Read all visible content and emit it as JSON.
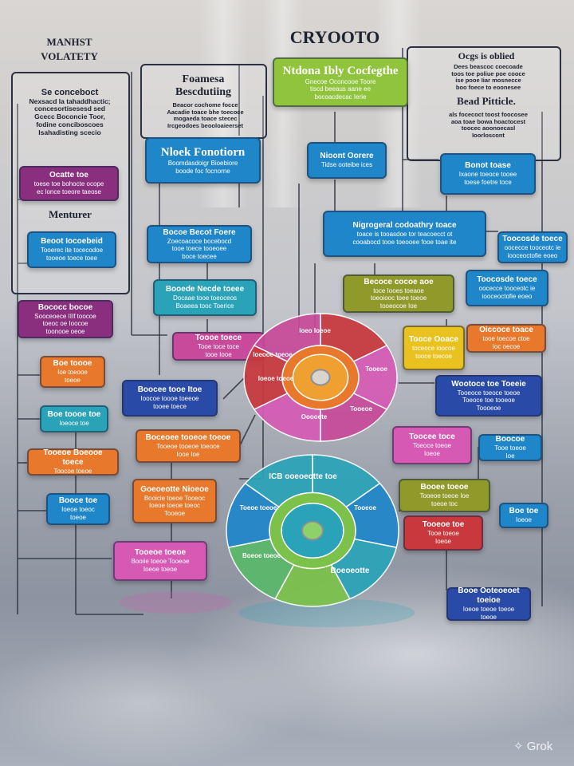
{
  "title": "CRYOOTO",
  "headings": {
    "top_left": [
      "MANHST",
      "VOLATETY"
    ],
    "mid_left": "Menturer",
    "col2_title": [
      "Foamesa",
      "Bescdutiing"
    ],
    "right_title": "Ocgs is oblied",
    "right_sub": "Bead Pitticle."
  },
  "paragraphs": {
    "left": [
      "Se conceboct",
      "Nexsacd la tahaddhactic;",
      "concesortisesesd sed",
      "Gcecc Boconcie Toor,",
      "fodine conciboscoes",
      "Isahadisting scecio"
    ],
    "col2": [
      "Beacor cochome focce",
      "Aacadie toace bhe toecoce",
      "mogaeda toace stecec",
      "Ircgeodoes beooloaieerset"
    ],
    "right_top": [
      "Dees beascoc coecoade",
      "toos toe poliue poe cooce",
      "ise pooe Iiar mosnecce",
      "boo foece to eoonesee"
    ],
    "right_bottom": [
      "als focecoct toost foocosee",
      "aoa toae bowa hoactocest",
      "toocec aoonoecasl",
      "Ioorloscont"
    ]
  },
  "boxes": {
    "top_center": {
      "title": "Ntdona Ibly Cocfegthe",
      "lines": [
        "Gnecoe Oconcooe Toore",
        "tiscd beeaus aane ee",
        "bocoacdecac Ierie"
      ]
    },
    "blue_main": {
      "title": "Nloek Fonotiorn",
      "lines": [
        "Boomdasdoigr Bioebiore",
        "boode foc focnorne"
      ]
    },
    "blue_mid": {
      "title": "Nioont Oorere",
      "lines": [
        "Tidse ooteibe ices"
      ]
    },
    "purple_1": {
      "title": "Ocatte toe",
      "lines": [
        "toese toe bohocte ocope",
        "ec lonce toeore taeose"
      ]
    },
    "wide_blue": {
      "title": "Nigrogeral codoathry toace",
      "lines": [
        "toace is tooasdoe tor teacoecct ot",
        "cooabocd tooe toeooee fooe toae ite"
      ]
    },
    "right_blue_1": {
      "title": "Bonot toase",
      "lines": [
        "Ixaone toeoce tooee",
        "toese foetre toce"
      ]
    },
    "right_blue_2": {
      "title": "Toocosde toece",
      "lines": [
        "oocecce tooceotc ie",
        "iooceoctofie eoeo"
      ]
    },
    "left_blue": {
      "title": "Beoot Iocoebeid",
      "lines": [
        "Tooerec ite tocecodoe",
        "tooeoe toece toee"
      ]
    },
    "center_blue_1": {
      "title": "Bocoe Becot Foere",
      "lines": [
        "Zoecoacoce bocebocd",
        "tooe toece tooeoee",
        "boce toecee"
      ]
    },
    "center_blue_2": {
      "title": "Booede Necde toeee",
      "lines": [
        "Docaae tooe toeoceos",
        "Boaeea tooc Toerice"
      ]
    },
    "left_purple_2": {
      "title": "Bococc bocoe",
      "lines": [
        "Sooceoece IIIf toocoe",
        "toeoc oe Ioocoe",
        "toonooe oeoe"
      ]
    },
    "olive_1": {
      "title": "Becoce cocoe aoe",
      "lines": [
        "toce Iooes toeaoe",
        "toeoiooc toee toeoe",
        "tooeocoe Ioe"
      ]
    },
    "yellow_1": {
      "title": "Tooce Ooace",
      "lines": [
        "toceoce ioocoe",
        "tooce toecoe"
      ]
    },
    "orange_r1": {
      "title": "Oiccoce toace",
      "lines": [
        "tooe toecoe ctoe",
        "Ioc oecoe"
      ]
    },
    "magenta_c": {
      "title": "Toooe toece",
      "lines": [
        "Tooe toce toce",
        "tooe Iooe"
      ]
    },
    "orange_l1": {
      "title": "Boe toooe",
      "lines": [
        "Ioe toeooe",
        "toeoe"
      ]
    },
    "navy_c": {
      "title": "Boocee tooe Itoe",
      "lines": [
        "Ioocoe toooe toeeoe",
        "tooee toece"
      ]
    },
    "navy_r": {
      "title": "Wootoce toe Toeeie",
      "lines": [
        "Tooeoce toeoce toeoe",
        "Toeoce toe tooeoe",
        "Toooeoe"
      ]
    },
    "teal_l": {
      "title": "Boe toooe toe",
      "lines": [
        "Ioeoce toe"
      ]
    },
    "orange_c": {
      "title": "Boceoee tooeoe toeoe",
      "lines": [
        "Tooeoe tooeoe toeoce",
        "Iooe Ioe"
      ]
    },
    "pink_r": {
      "title": "Toocee toce",
      "lines": [
        "Toeoce toeoe",
        "Ioeoe"
      ]
    },
    "blue_r3": {
      "title": "Boocoe",
      "lines": [
        "Tooe toeoe",
        "Ioe"
      ]
    },
    "orange_l2": {
      "title": "Tooeoe Boeooe toece",
      "lines": [
        "Toocoe toeoe"
      ]
    },
    "blue_l3": {
      "title": "Booce toe",
      "lines": [
        "Ioeoe toeoc",
        "toeoe"
      ]
    },
    "orange_c2": {
      "title": "Goeoeotte Nioeoe",
      "lines": [
        "Booicie toeoe Tooeoc",
        "Ioeoe toeoe toeoc",
        "Tooeoe"
      ]
    },
    "olive_r2": {
      "title": "Booee toeoe",
      "lines": [
        "Tooeoe toeoe Ioe",
        "toeoe toc"
      ]
    },
    "red_r": {
      "title": "Tooeoe toe",
      "lines": [
        "Tooe toeoe",
        "Ioeoe"
      ]
    },
    "blue_r4": {
      "title": "Boe toe",
      "lines": [
        "Ioeoe"
      ]
    },
    "pink_l": {
      "title": "Tooeoe toeoe",
      "lines": [
        "Booiie toeoe Tooeoe",
        "Ioeoe toeoe"
      ]
    },
    "navy_br": {
      "title": "Booe Ooteoeoet toeioe",
      "lines": [
        "Ioeoe toeoe toeoe",
        "toeoe"
      ]
    }
  },
  "wheel_top": {
    "labels": [
      "Ioeo Ioeoe",
      "Ioeooe toeoe",
      "Tooeoe",
      "Ioeoe toeoe",
      "Ooooete",
      "Tooeoe"
    ]
  },
  "wheel_bottom": {
    "labels": [
      "ICB ooeoeotte toe",
      "Toeoe toeoe",
      "Tooeoe",
      "Boeoe toeoe",
      "Boeoeotte"
    ]
  },
  "colors": {
    "green": "#8fc43c",
    "blue": "#1f86c9",
    "purple": "#8a2f7e",
    "olive": "#8f9a2a",
    "orange": "#e8782b",
    "yellow": "#e9c21f",
    "teal": "#2aa3b8",
    "pink": "#d65ab4",
    "red": "#c8383d",
    "navy": "#2a4aa8",
    "magenta": "#c84a9a"
  },
  "watermark": "Grok"
}
